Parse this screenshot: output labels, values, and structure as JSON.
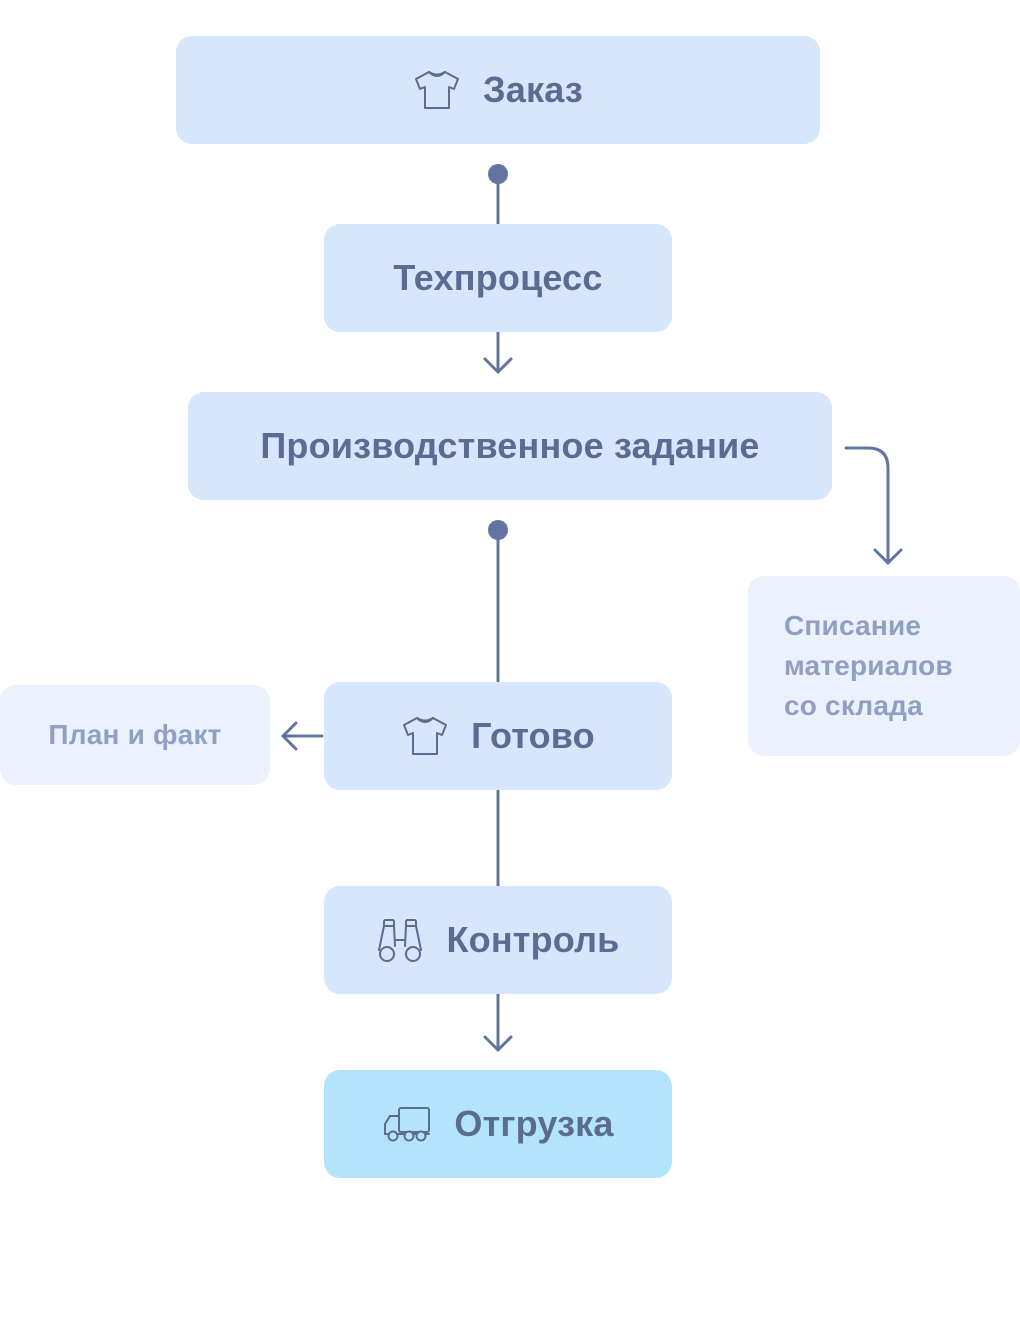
{
  "colors": {
    "box_primary": "#d6e6fd",
    "box_light": "#ecf2fd",
    "box_accent": "#b3e4fc",
    "text_primary": "#5b6b91",
    "text_secondary": "#8fa0c2",
    "connector": "#6474a0"
  },
  "nodes": {
    "order": {
      "label": "Заказ",
      "icon": "tshirt-icon"
    },
    "techprocess": {
      "label": "Техпроцесс"
    },
    "production_task": {
      "label": "Производственное задание"
    },
    "material_writeoff": {
      "lines": [
        "Списание",
        "материалов",
        "со склада"
      ]
    },
    "ready": {
      "label": "Готово",
      "icon": "tshirt-icon"
    },
    "plan_fact": {
      "label": "План и факт"
    },
    "control": {
      "label": "Контроль",
      "icon": "binoculars-icon"
    },
    "shipment": {
      "label": "Отгрузка",
      "icon": "truck-icon"
    }
  }
}
